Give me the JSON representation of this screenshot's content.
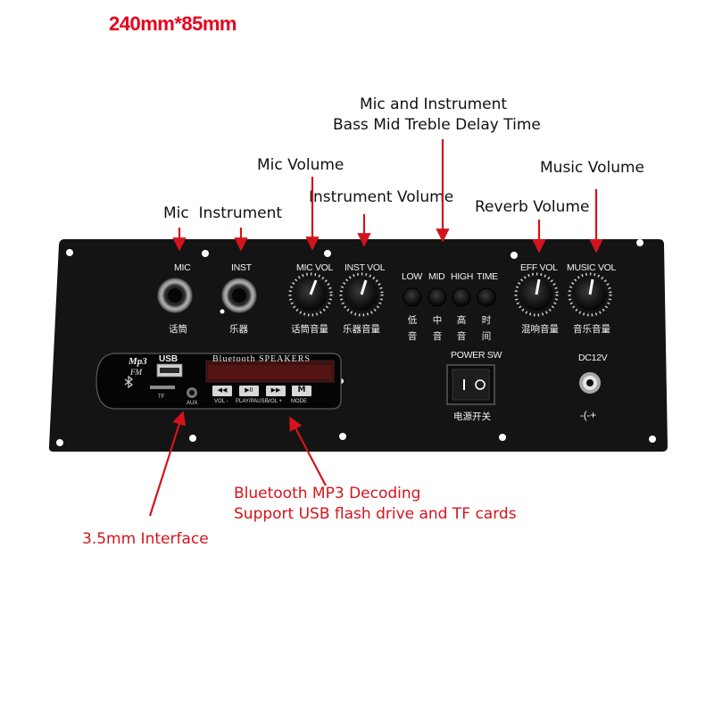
{
  "dimension": "240mm*85mm",
  "annotations": {
    "mic_instrument_tone": [
      "Mic and Instrument",
      "Bass Mid Treble Delay Time"
    ],
    "mic_volume": "Mic Volume",
    "music_volume": "Music Volume",
    "instrument_volume": "Instrument Volume",
    "mic_instrument_inputs": "Mic  Instrument",
    "reverb_volume": "Reverb Volume",
    "bluetooth_mp3": [
      "Bluetooth MP3 Decoding",
      "Support USB flash drive and TF cards"
    ],
    "aux_interface": "3.5mm Interface"
  },
  "panel": {
    "jacks": [
      {
        "label": "MIC",
        "cn": "话筒"
      },
      {
        "label": "INST",
        "cn": "乐器"
      }
    ],
    "volume_knobs": [
      {
        "label": "MIC VOL",
        "cn": "话筒音量"
      },
      {
        "label": "INST VOL",
        "cn": "乐器音量"
      }
    ],
    "tone_knobs": [
      {
        "label": "LOW",
        "cn": [
          "低",
          "音"
        ]
      },
      {
        "label": "MID",
        "cn": [
          "中",
          "音"
        ]
      },
      {
        "label": "HIGH",
        "cn": [
          "高",
          "音"
        ]
      },
      {
        "label": "TIME",
        "cn": [
          "时",
          "间"
        ]
      }
    ],
    "effect_knobs": [
      {
        "label": "EFF VOL",
        "cn": "混响音量"
      },
      {
        "label": "MUSIC VOL",
        "cn": "音乐音量"
      }
    ],
    "power": {
      "label": "POWER SW",
      "cn": "电源开关"
    },
    "dc": {
      "label": "DC12V",
      "polarity": "-(-+"
    },
    "mp3_module": {
      "title": "Bluetooth SPEAKERS",
      "logo_top": "Mp3",
      "logo_bottom": "FM",
      "usb": "USB",
      "tf": "TF",
      "aux": "AUX",
      "button_glyphs": [
        "◀◀",
        "▶II",
        "▶▶",
        "M"
      ],
      "button_labels": [
        "VOL -",
        "PLAY/PAUSE",
        "VOL +",
        "MODE"
      ]
    }
  },
  "colors": {
    "dimension_red": "#e8001c",
    "arrow_red": "#d4141c",
    "panel": "#141414"
  }
}
